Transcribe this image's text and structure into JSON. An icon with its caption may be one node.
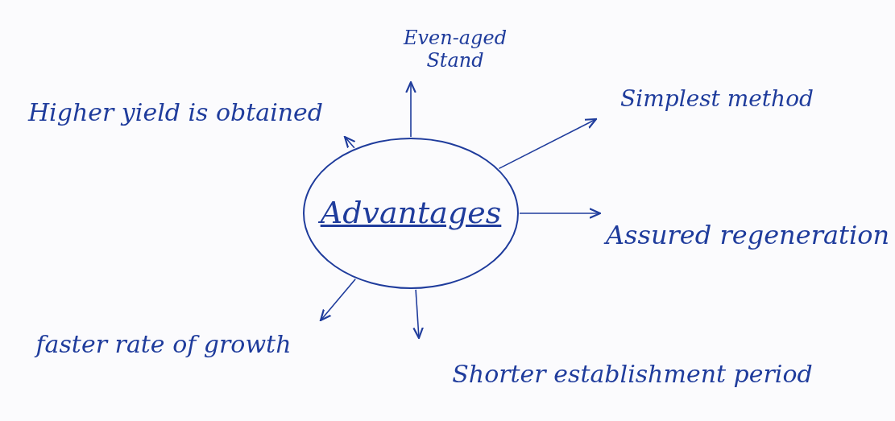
{
  "diagram": {
    "nodes": [
      {
        "text": [
          "Advantages"
        ]
      },
      {
        "text": [
          "Even-aged Stand"
        ]
      },
      {
        "text": [
          "Higher yield is obtained"
        ]
      },
      {
        "text": [
          "Simplest method"
        ]
      },
      {
        "text": [
          "Assured regeneration"
        ]
      },
      {
        "text": [
          "faster rate of growth"
        ]
      },
      {
        "text": [
          "Shorter establishment period"
        ]
      }
    ],
    "edges": [
      {
        "from": 0,
        "to": 1,
        "arrow": "to"
      },
      {
        "from": 0,
        "to": 2,
        "arrow": "to"
      },
      {
        "from": 0,
        "to": 3,
        "arrow": "to"
      },
      {
        "from": 0,
        "to": 4,
        "arrow": "to"
      },
      {
        "from": 0,
        "to": 5,
        "arrow": "to"
      },
      {
        "from": 0,
        "to": 6,
        "arrow": "to"
      }
    ]
  }
}
